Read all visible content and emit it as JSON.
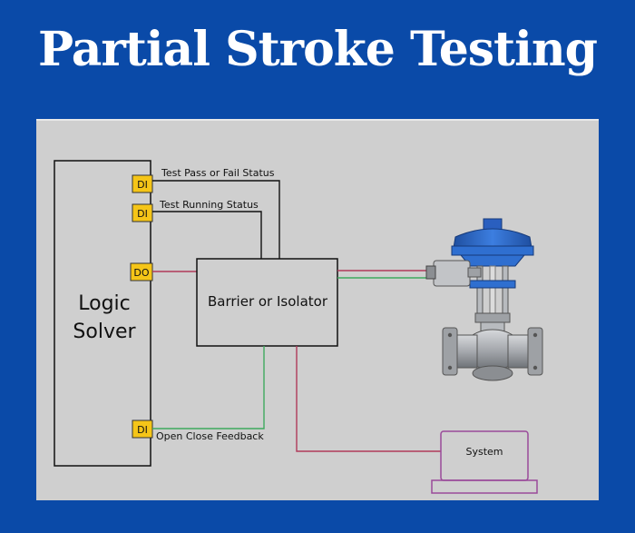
{
  "title": "Partial Stroke Testing",
  "diagram": {
    "logic_solver": {
      "line1": "Logic",
      "line2": "Solver"
    },
    "barrier_label": "Barrier or Isolator",
    "system_label": "System",
    "ports": {
      "di1": "DI",
      "di2": "DI",
      "do1": "DO",
      "di3": "DI"
    },
    "signals": {
      "test_pass_fail": "Test Pass or Fail Status",
      "test_running": "Test Running Status",
      "open_close_feedback": "Open Close Feedback"
    },
    "colors": {
      "background": "#0a4aa8",
      "panel": "#cfcfcf",
      "port_fill": "#f5c518",
      "red_wire": "#b03a5a",
      "green_wire": "#3faa5e",
      "black_wire": "#111111",
      "system_box": "#9a4a9a",
      "valve_actuator": "#2f6fd0",
      "valve_body": "#a6a9ae"
    }
  }
}
